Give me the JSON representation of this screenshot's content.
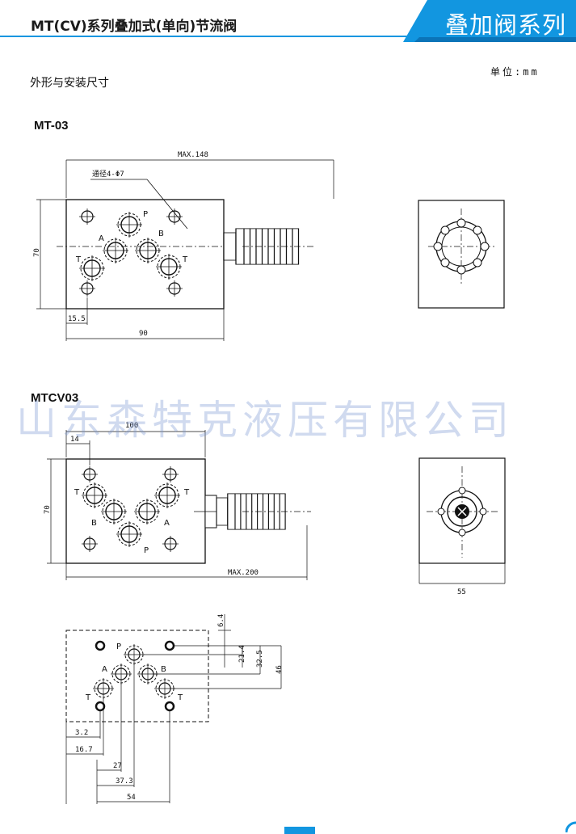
{
  "header": {
    "title": "MT(CV)系列叠加式(单向)节流阀",
    "series": "叠加阀系列"
  },
  "unit": "单位:mm",
  "section_heading": "外形与安装尺寸",
  "watermark": "山东森特克液压有限公司",
  "colors": {
    "accent": "#1296e0",
    "banner": "#1296e0",
    "line": "#111111"
  },
  "mt03": {
    "model": "MT-03",
    "dims": {
      "max_length": "MAX.148",
      "bore": "通径4-Φ7",
      "height": "70",
      "offset": "15.5",
      "width": "90"
    },
    "ports": {
      "p": "P",
      "a": "A",
      "b": "B",
      "t1": "T",
      "t2": "T"
    }
  },
  "mtcv03": {
    "model": "MTCV03",
    "dims": {
      "width": "100",
      "offset": "14",
      "height": "70",
      "max_length": "MAX.200",
      "side_width": "55"
    },
    "ports": {
      "t1": "T",
      "t2": "T",
      "b": "B",
      "a": "A",
      "p": "P"
    }
  },
  "mounting": {
    "ports": {
      "p": "P",
      "a": "A",
      "b": "B",
      "t1": "T",
      "t2": "T"
    },
    "vertical_dims": [
      "6.4",
      "21.4",
      "32.5",
      "46"
    ],
    "horizontal_dims": [
      "3.2",
      "16.7",
      "27",
      "37.3",
      "54"
    ]
  }
}
